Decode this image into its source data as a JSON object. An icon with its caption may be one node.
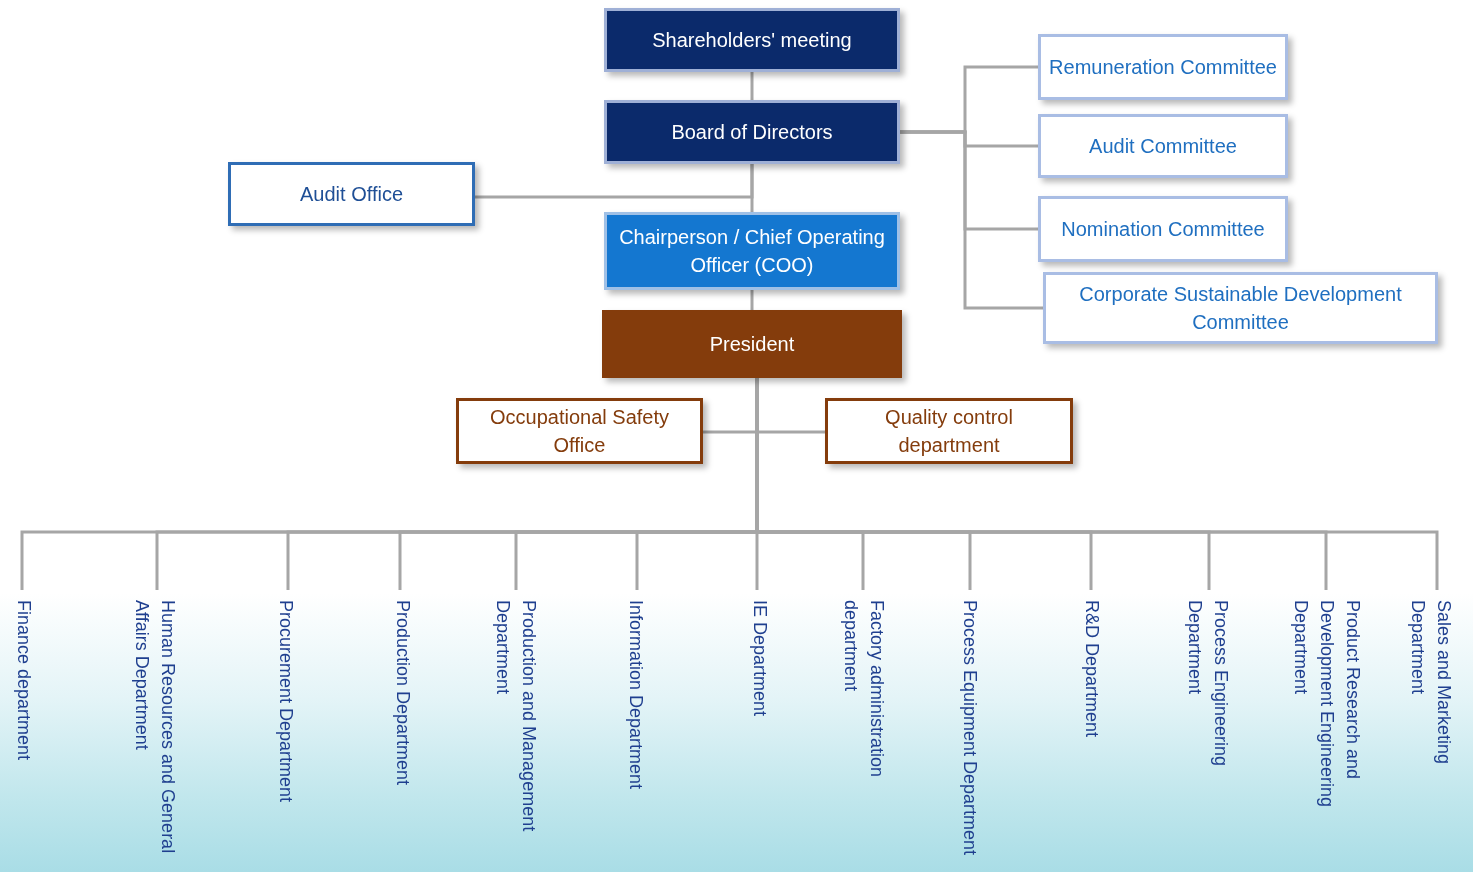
{
  "diagram": {
    "nodes": [
      {
        "text": [
          "Shareholders' meeting"
        ]
      },
      {
        "text": [
          "Board of Directors"
        ]
      },
      {
        "text": [
          "Remuneration Committee"
        ]
      },
      {
        "text": [
          "Audit Committee"
        ]
      },
      {
        "text": [
          "Nomination Committee"
        ]
      },
      {
        "text": [
          "Corporate Sustainable Development Committee"
        ]
      },
      {
        "text": [
          "Audit Office"
        ]
      },
      {
        "text": [
          "Chairperson / Chief Operating Officer (COO)"
        ]
      },
      {
        "text": [
          "President"
        ]
      },
      {
        "text": [
          "Occupational Safety Office"
        ]
      },
      {
        "text": [
          "Quality control department"
        ]
      },
      {
        "text": [
          "Finance department"
        ]
      },
      {
        "text": [
          "Human Resources and General Affairs Department"
        ]
      },
      {
        "text": [
          "Procurement Department"
        ]
      },
      {
        "text": [
          "Production Department"
        ]
      },
      {
        "text": [
          "Production and Management Department"
        ]
      },
      {
        "text": [
          "Information Department"
        ]
      },
      {
        "text": [
          "IE Department"
        ]
      },
      {
        "text": [
          "Factory administration department"
        ]
      },
      {
        "text": [
          "Process Equipment Department"
        ]
      },
      {
        "text": [
          "R&D Department"
        ]
      },
      {
        "text": [
          "Process Engineering Department"
        ]
      },
      {
        "text": [
          "Product Research and Development Engineering Department"
        ]
      },
      {
        "text": [
          "Sales and Marketing Department"
        ]
      }
    ],
    "edges": [
      {
        "from": 0,
        "to": 1,
        "arrow": "none"
      },
      {
        "from": 1,
        "to": 2,
        "arrow": "none"
      },
      {
        "from": 1,
        "to": 3,
        "arrow": "none"
      },
      {
        "from": 1,
        "to": 4,
        "arrow": "none"
      },
      {
        "from": 1,
        "to": 5,
        "arrow": "none"
      },
      {
        "from": 1,
        "to": 6,
        "arrow": "none"
      },
      {
        "from": 1,
        "to": 7,
        "arrow": "none"
      },
      {
        "from": 7,
        "to": 8,
        "arrow": "none"
      },
      {
        "from": 8,
        "to": 9,
        "arrow": "none"
      },
      {
        "from": 8,
        "to": 10,
        "arrow": "none"
      },
      {
        "from": 8,
        "to": 11,
        "arrow": "none"
      },
      {
        "from": 8,
        "to": 12,
        "arrow": "none"
      },
      {
        "from": 8,
        "to": 13,
        "arrow": "none"
      },
      {
        "from": 8,
        "to": 14,
        "arrow": "none"
      },
      {
        "from": 8,
        "to": 15,
        "arrow": "none"
      },
      {
        "from": 8,
        "to": 16,
        "arrow": "none"
      },
      {
        "from": 8,
        "to": 17,
        "arrow": "none"
      },
      {
        "from": 8,
        "to": 18,
        "arrow": "none"
      },
      {
        "from": 8,
        "to": 19,
        "arrow": "none"
      },
      {
        "from": 8,
        "to": 20,
        "arrow": "none"
      },
      {
        "from": 8,
        "to": 21,
        "arrow": "none"
      },
      {
        "from": 8,
        "to": 22,
        "arrow": "none"
      },
      {
        "from": 8,
        "to": 23,
        "arrow": "none"
      }
    ]
  }
}
